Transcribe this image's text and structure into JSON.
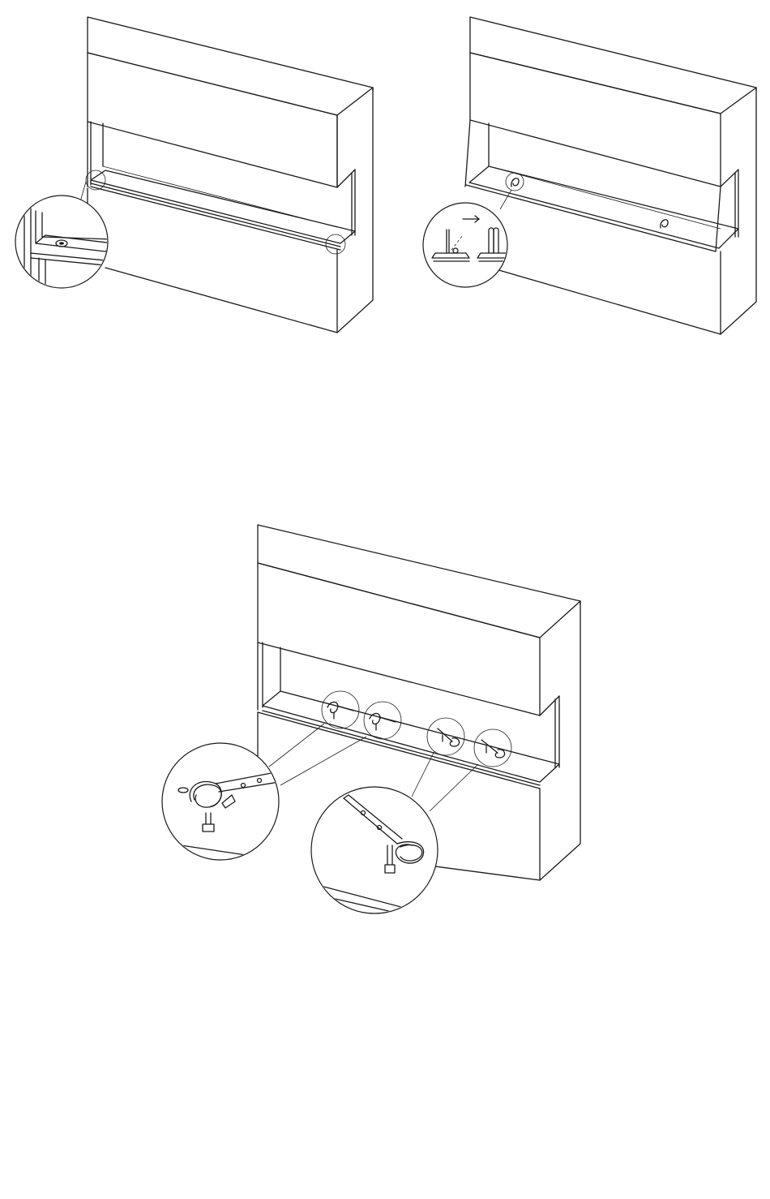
{
  "page": {
    "background": "#ffffff",
    "line_color": "#1a1a1a"
  },
  "figures": [
    {
      "id": "fig-1",
      "caption": ""
    },
    {
      "id": "fig-2",
      "caption": ""
    },
    {
      "id": "fig-3",
      "caption": ""
    }
  ]
}
